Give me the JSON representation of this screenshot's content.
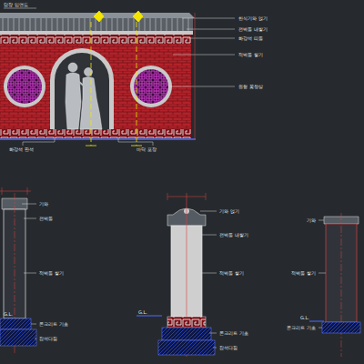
{
  "diagram": {
    "labels": [
      "담장 입면도",
      "한식기와 얹기",
      "전벽돌 내쌓기",
      "화강석 띠돌",
      "적벽돌 쌓기",
      "원형 꽃창살",
      "화강석 판석",
      "바닥 포장",
      "기와",
      "전벽돌",
      "적벽돌 쌓기",
      "G.L.",
      "콘크리트 기초",
      "잡석다짐",
      "기와 얹기",
      "전벽돌 내쌓기",
      "적벽돌 쌓기",
      "G.L.",
      "콘크리트 기초",
      "잡석다짐",
      "기와",
      "적벽돌 쌓기",
      "G.L.",
      "콘크리트 기초"
    ]
  }
}
